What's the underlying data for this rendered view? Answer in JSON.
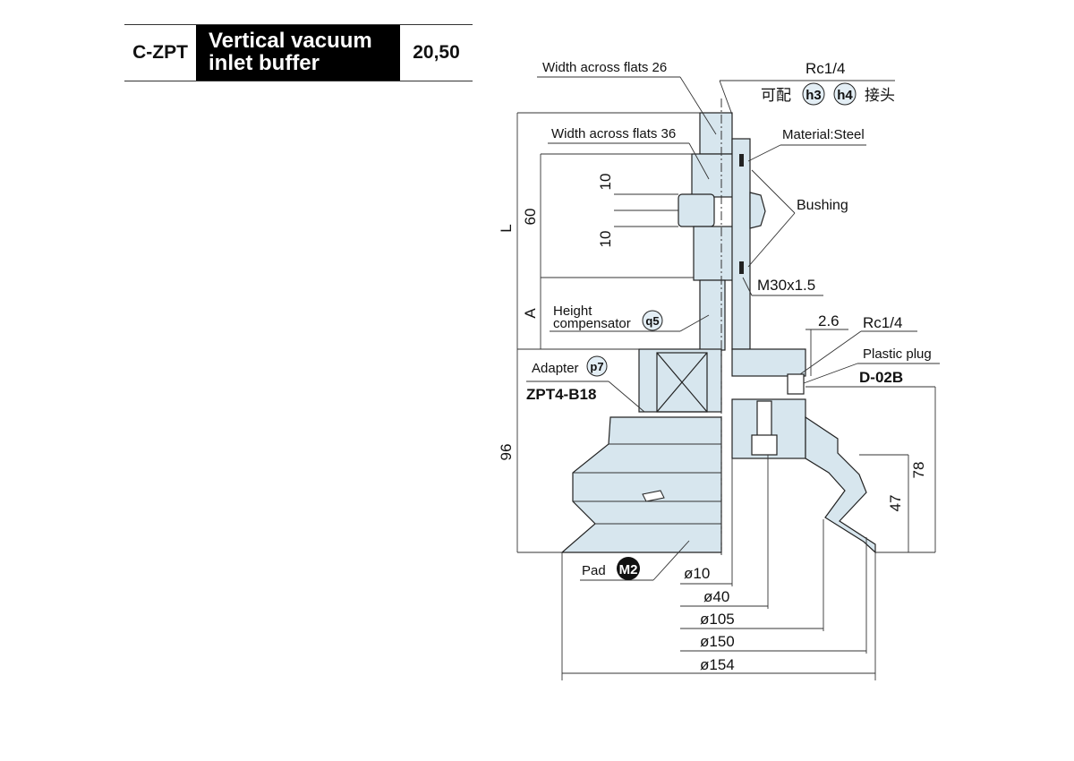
{
  "header": {
    "code": "C-ZPT",
    "title_line1": "Vertical vacuum",
    "title_line2": "inlet buffer",
    "sizes": "20,50"
  },
  "labels": {
    "flats_26": "Width across flats 26",
    "rc_top": "Rc1/4",
    "compatible_prefix": "可配",
    "badge_h3": "h3",
    "badge_h4": "h4",
    "connector_suffix": "接头",
    "flats_36": "Width across flats 36",
    "material": "Material:Steel",
    "bushing": "Bushing",
    "thread": "M30x1.5",
    "height_comp_line1": "Height",
    "height_comp_line2": "compensator",
    "badge_q5": "q5",
    "dim_26": "2.6",
    "rc_side": "Rc1/4",
    "plastic_plug": "Plastic plug",
    "plug_model": "D-02B",
    "adapter": "Adapter",
    "badge_p7": "p7",
    "adapter_model": "ZPT4-B18",
    "pad": "Pad",
    "badge_m2": "M2"
  },
  "dimensions": {
    "L": "L",
    "d60": "60",
    "d10_upper": "10",
    "d10_lower": "10",
    "A": "A",
    "d96": "96",
    "d78": "78",
    "d47": "47",
    "dia10": "ø10",
    "dia40": "ø40",
    "dia105": "ø105",
    "dia150": "ø150",
    "dia154": "ø154"
  },
  "colors": {
    "part_fill": "#d7e6ee",
    "outline": "#222222",
    "badge_fill": "#e3eef5",
    "badge_dark": "#111111"
  }
}
